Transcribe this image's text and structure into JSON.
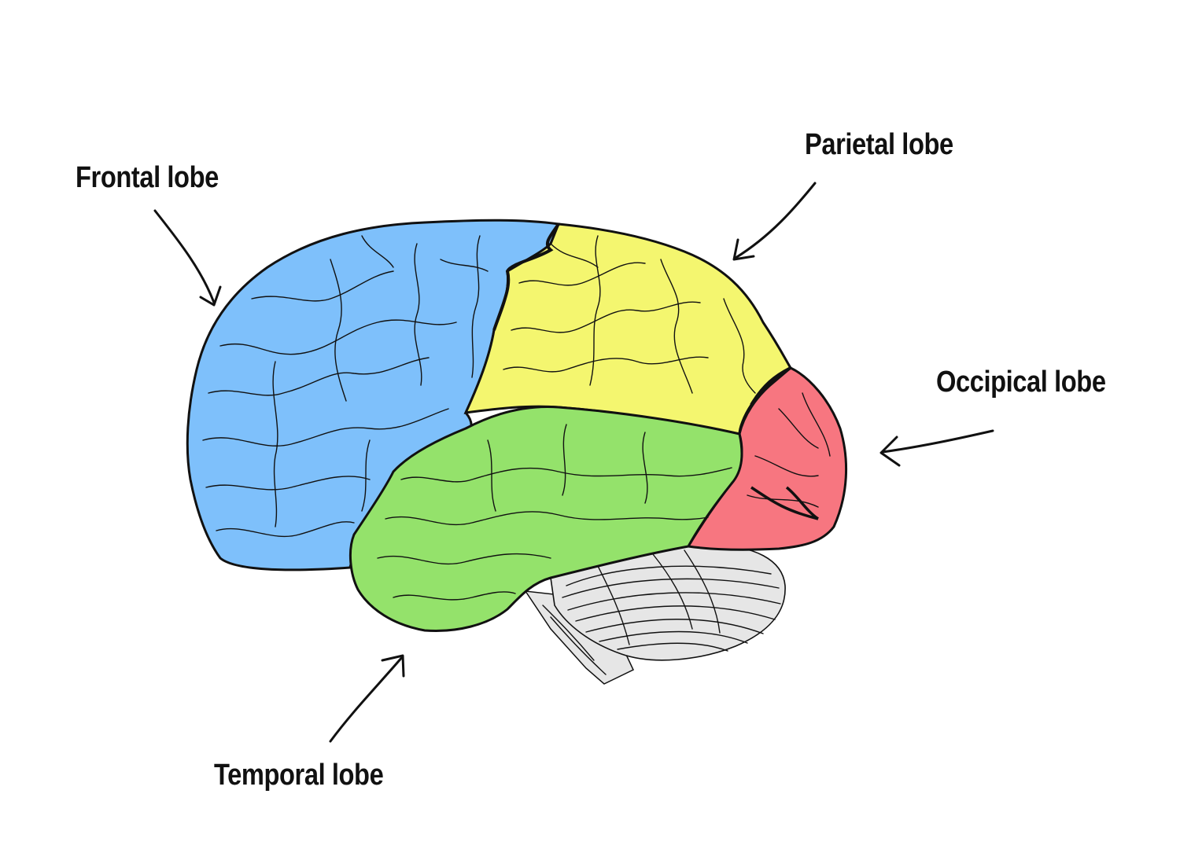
{
  "labels": {
    "frontal": "Frontal lobe",
    "parietal": "Parietal lobe",
    "occipital": "Occipical lobe",
    "temporal": "Temporal lobe"
  },
  "colors": {
    "frontal": "#7ec0fb",
    "parietal": "#f4f66f",
    "occipital": "#f77680",
    "temporal": "#94e26b",
    "cerebellum": "#e6e6e6",
    "outline": "#111111",
    "background": "#ffffff"
  }
}
